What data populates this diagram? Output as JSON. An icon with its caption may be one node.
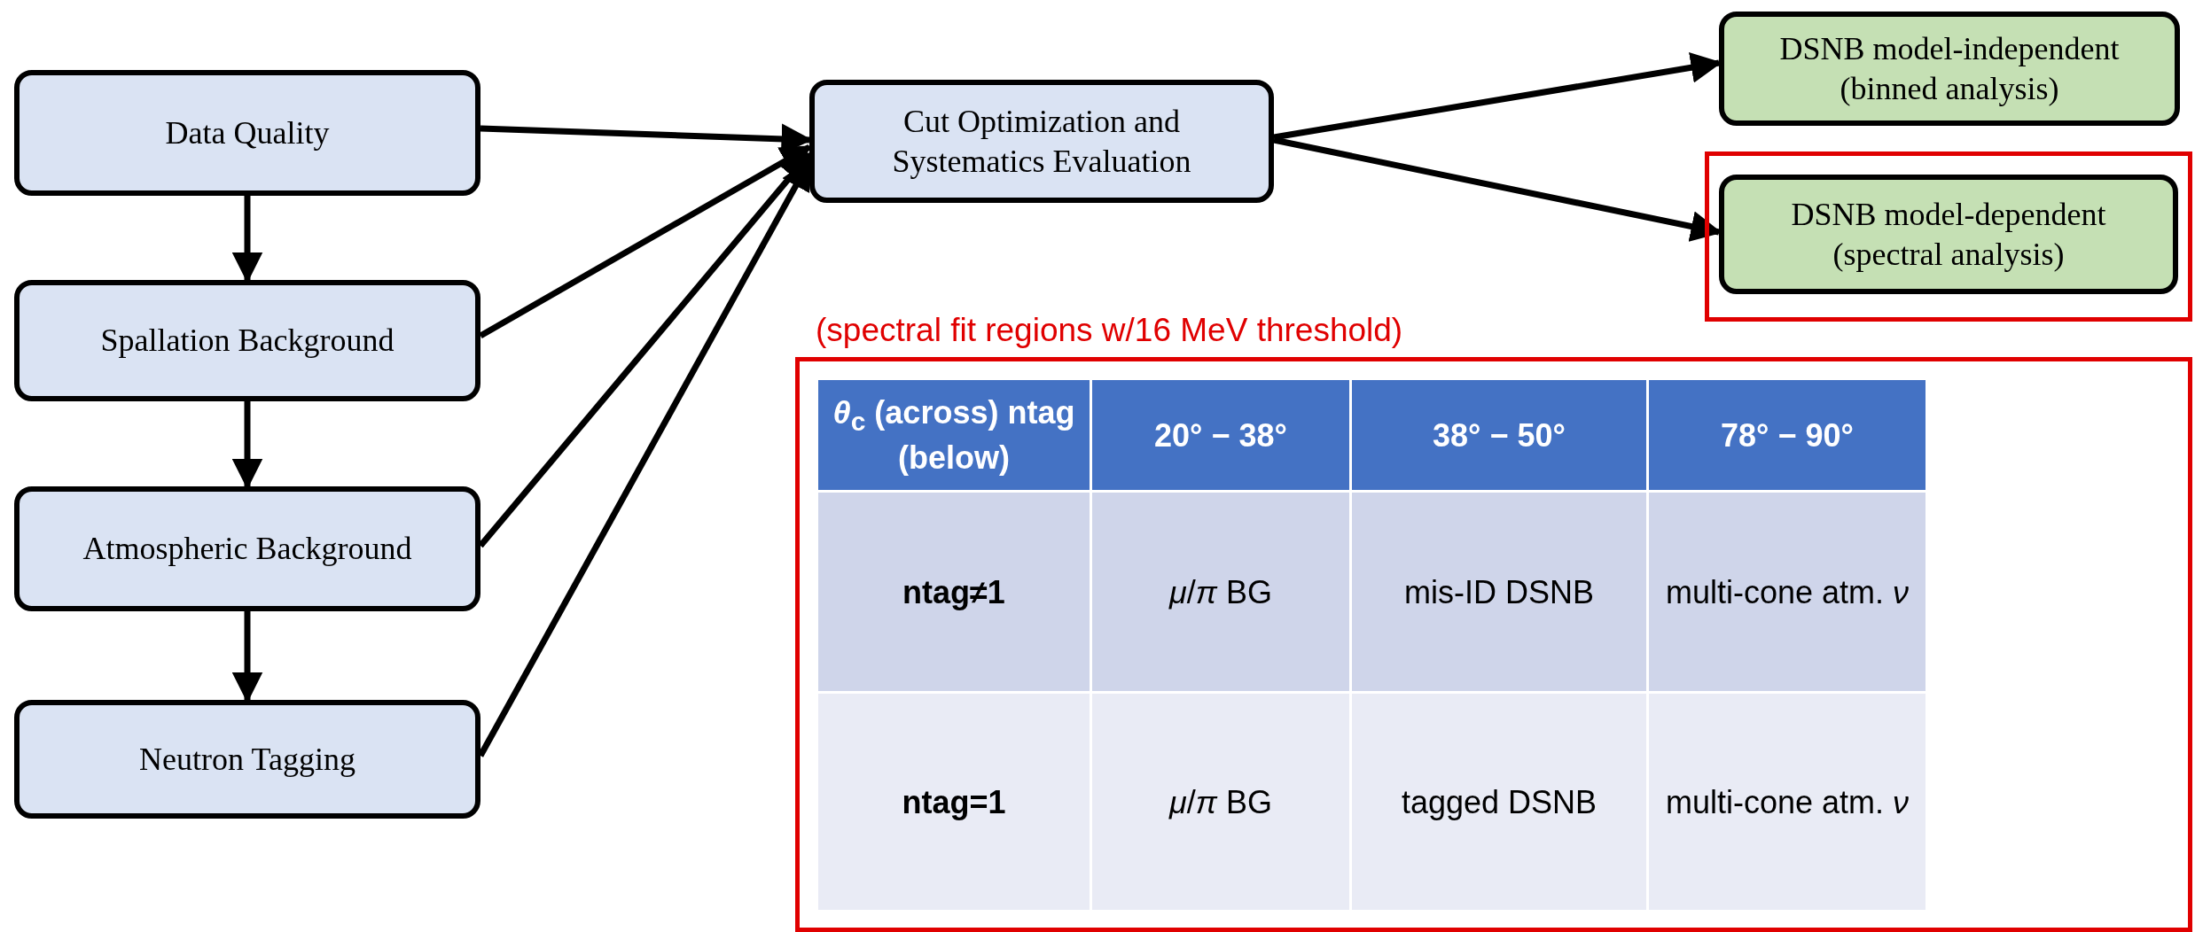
{
  "diagram": {
    "nodes": [
      {
        "text": [
          "Data Quality"
        ]
      },
      {
        "text": [
          "Spallation Background"
        ]
      },
      {
        "text": [
          "Atmospheric Background"
        ]
      },
      {
        "text": [
          "Neutron Tagging"
        ]
      },
      {
        "text": [
          "Cut Optimization and Systematics Evaluation"
        ]
      },
      {
        "text": [
          "DSNB model-independent (binned analysis)"
        ]
      },
      {
        "text": [
          "DSNB model-dependent (spectral analysis)"
        ]
      }
    ],
    "edges": [
      {
        "from": 0,
        "to": 1,
        "arrow": "to"
      },
      {
        "from": 1,
        "to": 2,
        "arrow": "to"
      },
      {
        "from": 2,
        "to": 3,
        "arrow": "to"
      },
      {
        "from": 0,
        "to": 4,
        "arrow": "to"
      },
      {
        "from": 1,
        "to": 4,
        "arrow": "to"
      },
      {
        "from": 2,
        "to": 4,
        "arrow": "to"
      },
      {
        "from": 3,
        "to": 4,
        "arrow": "to"
      },
      {
        "from": 4,
        "to": 5,
        "arrow": "to"
      },
      {
        "from": 4,
        "to": 6,
        "arrow": "to"
      }
    ],
    "labels": [
      "(spectral fit regions w/16 MeV threshold)",
      "*θ*$_{c}$ (across) ntag (below)",
      "20° − 38°",
      "38° − 50°",
      "78° − 90°",
      "ntag≠1",
      "*μ*/*π* BG",
      "mis-ID DSNB",
      "multi-cone atm. *ν*",
      "ntag=1",
      "*μ*/*π* BG",
      "tagged DSNB",
      "multi-cone atm. *ν*"
    ]
  }
}
